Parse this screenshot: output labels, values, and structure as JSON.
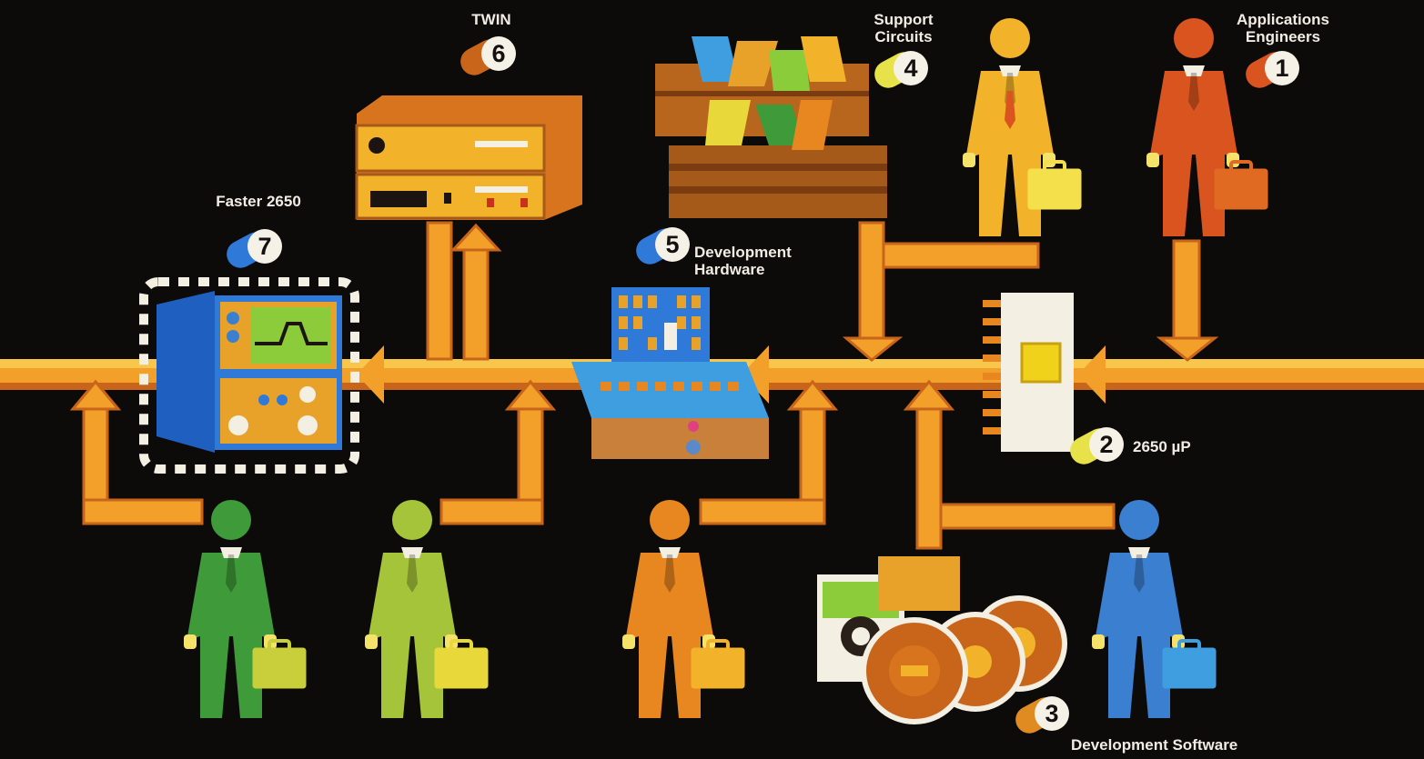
{
  "diagram": {
    "background": "#0d0a0a",
    "bus_colors": {
      "light": "#f7c64a",
      "mid": "#f2a02a",
      "dark": "#c8651a"
    },
    "items": [
      {
        "number": "1",
        "label": "Applications Engineers",
        "pill_color": "#d9541e",
        "icon": "engineer-figure"
      },
      {
        "number": "2",
        "label": "2650 µP",
        "pill_color": "#e8e24a",
        "icon": "microprocessor-chip"
      },
      {
        "number": "3",
        "label": "Development Software",
        "pill_color": "#e08a22",
        "icon": "tape-reels-and-cassette"
      },
      {
        "number": "4",
        "label": "Support Circuits",
        "pill_color": "#e8e24a",
        "icon": "chip-tray"
      },
      {
        "number": "5",
        "label": "Development Hardware",
        "pill_color": "#2f7ad8",
        "icon": "dev-console"
      },
      {
        "number": "6",
        "label": "TWIN",
        "pill_color": "#c8651a",
        "icon": "twin-rack-unit"
      },
      {
        "number": "7",
        "label": "Faster 2650",
        "pill_color": "#2f7ad8",
        "icon": "oscilloscope-cabinet"
      }
    ],
    "figure_colors": {
      "top_engineer_yellow": "#f2b32a",
      "top_engineer_red": "#d9541e",
      "bottom_dark_green": "#3f9a3a",
      "bottom_lime": "#a6c43a",
      "bottom_orange": "#e8861f",
      "bottom_blue": "#3b7fd0"
    }
  }
}
